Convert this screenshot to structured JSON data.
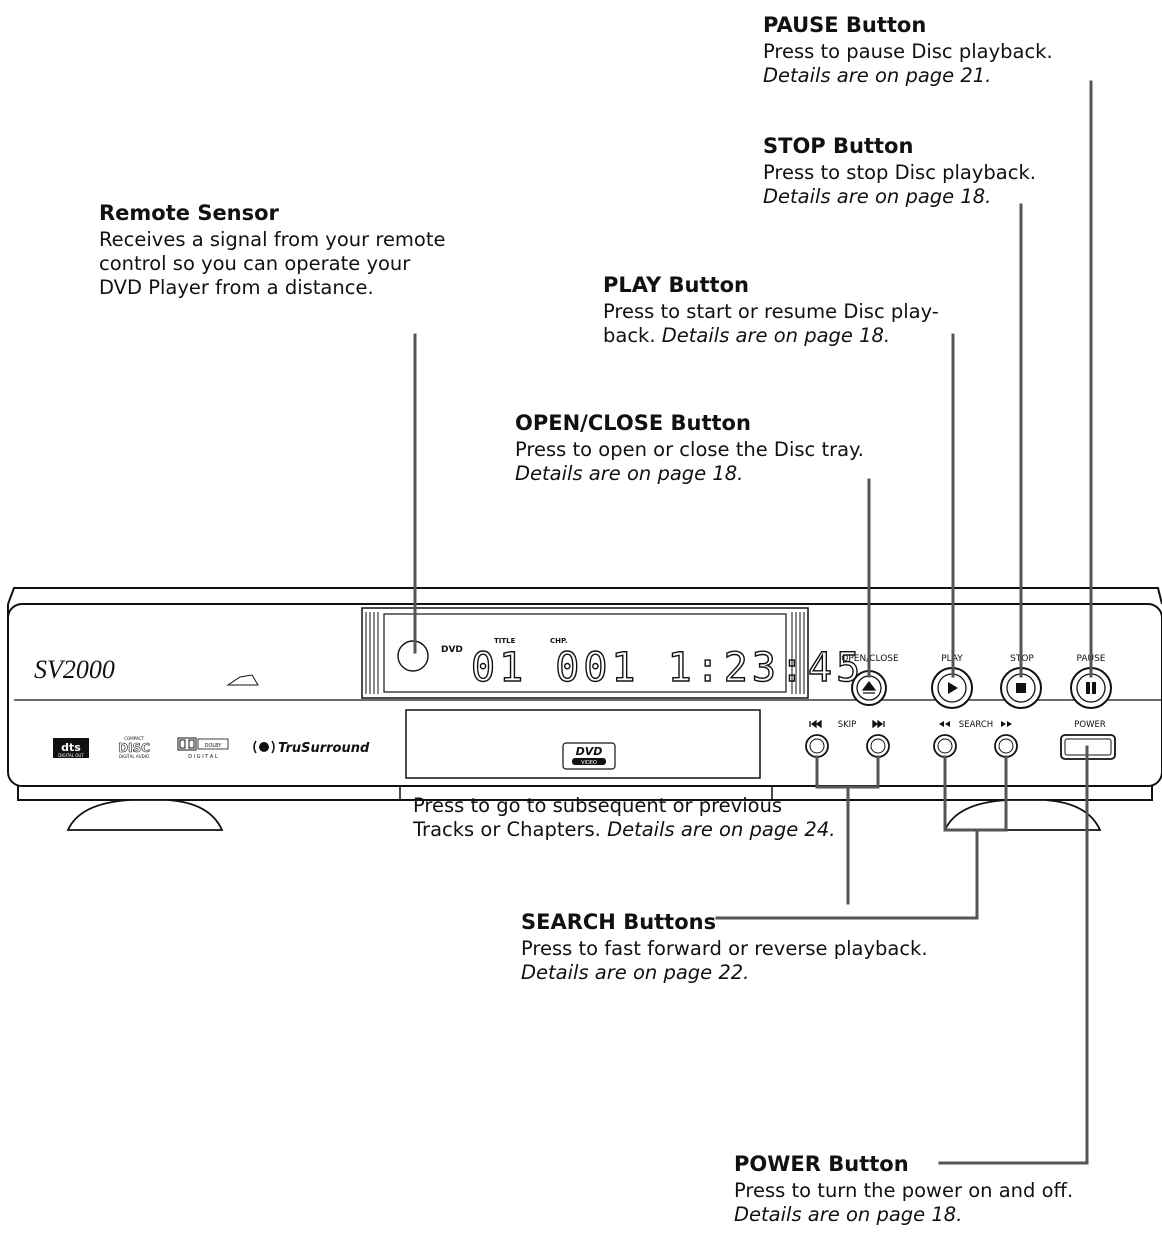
{
  "callouts": {
    "pause": {
      "title": "PAUSE Button",
      "desc": "Press to pause Disc playback.",
      "details": "Details are on page 21."
    },
    "stop": {
      "title": "STOP Button",
      "desc": "Press to stop Disc playback.",
      "details": "Details are on page 18."
    },
    "remote": {
      "title": "Remote Sensor",
      "line1": "Receives a signal from your remote",
      "line2": "control so you can operate your",
      "line3": "DVD Player from a distance."
    },
    "play": {
      "title": "PLAY Button",
      "line1": "Press to start or resume Disc play-",
      "line2": "back.",
      "details": "Details are on page 18."
    },
    "openclose": {
      "title": "OPEN/CLOSE Button",
      "desc": "Press to open or close the Disc tray.",
      "details": "Details are on page 18."
    },
    "skip": {
      "title": "SKIP Buttons",
      "line1": "Press to go to subsequent or previous",
      "line2": "Tracks or Chapters.",
      "details": "Details are on page 24."
    },
    "search": {
      "title": "SEARCH Buttons",
      "desc": "Press to fast forward or reverse playback.",
      "details": "Details are on page 22."
    },
    "power": {
      "title": "POWER Button",
      "desc": "Press to turn the power on and off.",
      "details": "Details are on page 18."
    }
  },
  "device": {
    "model_logo": "SV2000",
    "display": {
      "dvd_label": "DVD",
      "title_label": "TITLE",
      "chp_label": "CHP.",
      "readout": "01 001 1:23:45"
    },
    "button_labels": {
      "open_close": "OPEN/CLOSE",
      "play": "PLAY",
      "stop": "STOP",
      "pause": "PAUSE",
      "skip": "SKIP",
      "search": "SEARCH",
      "power": "POWER"
    },
    "tray_logo_top": "DVD",
    "tray_logo_bottom": "VIDEO",
    "logos": {
      "dts_top": "dts",
      "dts_bottom": "DIGITAL OUT",
      "cd_top": "COMPACT",
      "cd_mid": "DISC",
      "cd_bottom": "DIGITAL AUDIO",
      "dolby_top": "DOLBY",
      "dolby_bottom": "D I G I T A L",
      "trusurround": "TruSurround"
    }
  }
}
